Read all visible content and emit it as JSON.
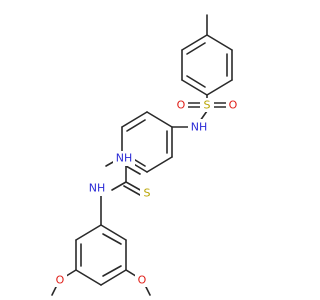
{
  "labels": {
    "s_sulfonyl": "S",
    "o_sulfonyl_left": "O",
    "o_sulfonyl_right": "O",
    "nh_sulfonamide": "NH",
    "nh_thiourea_top": "NH",
    "s_thione": "S",
    "nh_thiourea_bottom": "NH",
    "o_methoxy_left": "O",
    "o_methoxy_right": "O"
  },
  "colors": {
    "bond": "#2a2a2a",
    "nitrogen": "#2b2bd6",
    "oxygen": "#e0201a",
    "sulfur": "#b8a400"
  }
}
